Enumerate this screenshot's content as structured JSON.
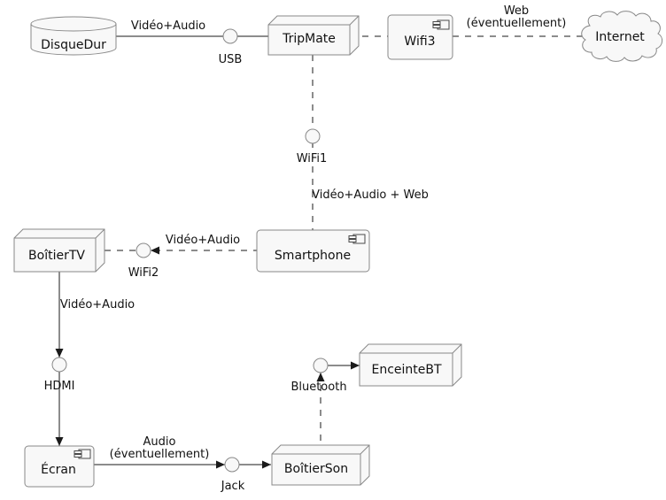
{
  "colors": {
    "node_fill": "#f8f8f8",
    "node_border": "#888888",
    "line_color": "#1a1a1a",
    "text_color": "#111111",
    "background": "#ffffff"
  },
  "nodes": {
    "disquedur": {
      "label": "DisqueDur",
      "type": "database"
    },
    "tripmate": {
      "label": "TripMate",
      "type": "node3d"
    },
    "wifi3": {
      "label": "Wifi3",
      "type": "component"
    },
    "internet": {
      "label": "Internet",
      "type": "cloud"
    },
    "smartphone": {
      "label": "Smartphone",
      "type": "component"
    },
    "boitier_tv": {
      "label": "BoîtierTV",
      "type": "node3d"
    },
    "ecran": {
      "label": "Écran",
      "type": "component"
    },
    "boitier_son": {
      "label": "BoîtierSon",
      "type": "node3d"
    },
    "enceinte_bt": {
      "label": "EnceinteBT",
      "type": "node3d"
    }
  },
  "interfaces": {
    "usb": {
      "label": "USB"
    },
    "wifi1": {
      "label": "WiFi1"
    },
    "wifi2": {
      "label": "WiFi2"
    },
    "hdmi": {
      "label": "HDMI"
    },
    "jack": {
      "label": "Jack"
    },
    "bluetooth": {
      "label": "Bluetooth"
    }
  },
  "edge_labels": {
    "disquedur_usb": {
      "text": "Vidéo+Audio"
    },
    "wifi3_internet": {
      "line1": "Web",
      "line2": "(éventuellement)"
    },
    "wifi1_smartphone": {
      "text": "Vidéo+Audio + Web"
    },
    "smartphone_wifi2": {
      "text": "Vidéo+Audio"
    },
    "boitiertv_hdmi": {
      "text": "Vidéo+Audio"
    },
    "ecran_jack": {
      "line1": "Audio",
      "line2": "(éventuellement)"
    }
  },
  "connections": [
    {
      "from": "DisqueDur",
      "to": "TripMate",
      "via": "USB",
      "style": "solid",
      "label": "Vidéo+Audio"
    },
    {
      "from": "TripMate",
      "to": "Wifi3",
      "via": "",
      "style": "dashed",
      "label": ""
    },
    {
      "from": "Wifi3",
      "to": "Internet",
      "via": "",
      "style": "dashed",
      "label": "Web (éventuellement)"
    },
    {
      "from": "TripMate",
      "to": "Smartphone",
      "via": "WiFi1",
      "style": "dashed",
      "label": "Vidéo+Audio + Web"
    },
    {
      "from": "Smartphone",
      "to": "BoîtierTV",
      "via": "WiFi2",
      "style": "dashed",
      "label": "Vidéo+Audio"
    },
    {
      "from": "BoîtierTV",
      "to": "Écran",
      "via": "HDMI",
      "style": "solid",
      "label": "Vidéo+Audio"
    },
    {
      "from": "Écran",
      "to": "BoîtierSon",
      "via": "Jack",
      "style": "solid",
      "label": "Audio (éventuellement)"
    },
    {
      "from": "BoîtierSon",
      "to": "EnceinteBT",
      "via": "Bluetooth",
      "style": "dashed",
      "label": ""
    }
  ]
}
